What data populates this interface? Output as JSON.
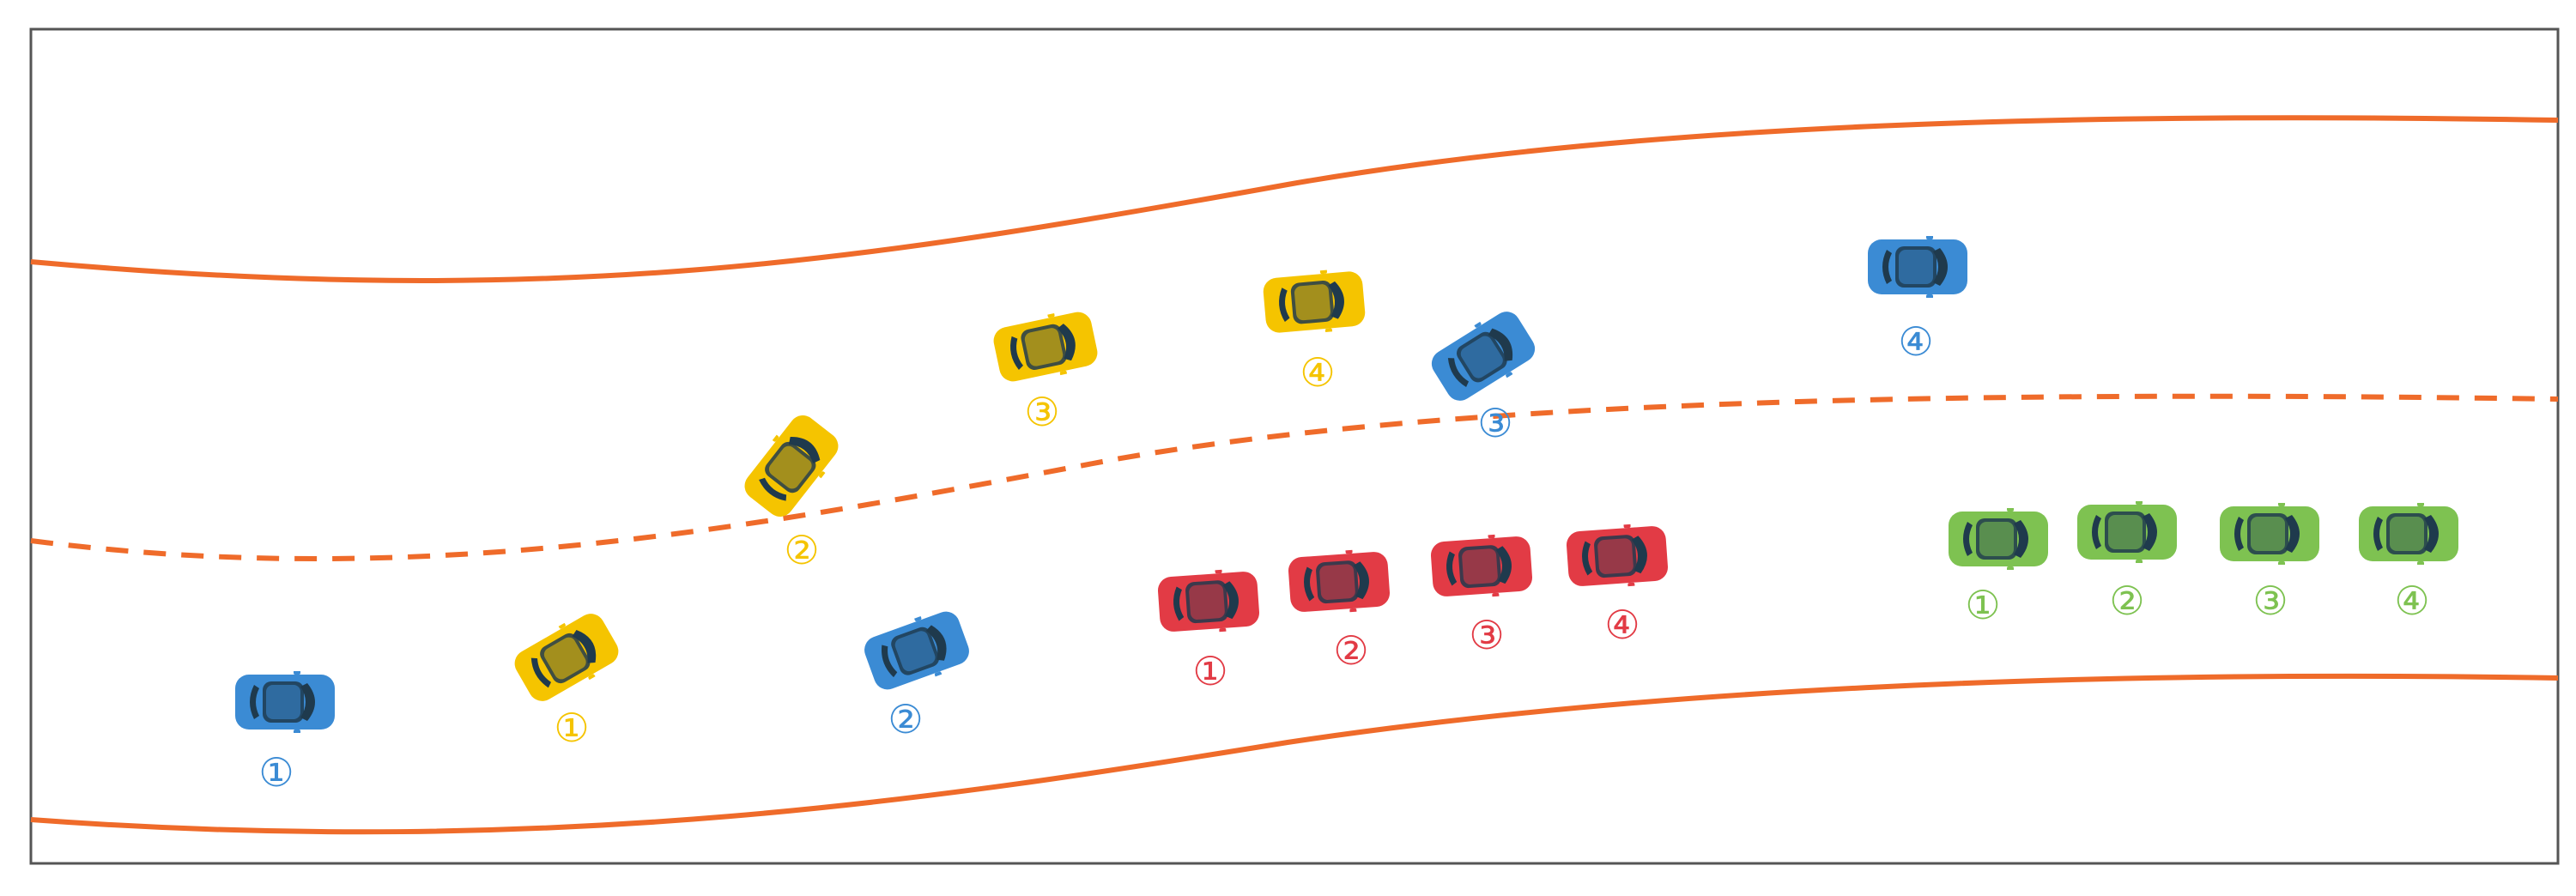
{
  "colors": {
    "road_edge": "#ef6b2a",
    "lane_divider": "#ef6b2a",
    "frame": "#555555",
    "background": "#ffffff"
  },
  "vehicle_groups": [
    {
      "name": "blue",
      "color": "#3b8bd4",
      "vehicles": [
        {
          "label": "①"
        },
        {
          "label": "②"
        },
        {
          "label": "③"
        },
        {
          "label": "④"
        }
      ]
    },
    {
      "name": "yellow",
      "color": "#f5c400",
      "vehicles": [
        {
          "label": "①"
        },
        {
          "label": "②"
        },
        {
          "label": "③"
        },
        {
          "label": "④"
        }
      ]
    },
    {
      "name": "red",
      "color": "#e23b45",
      "vehicles": [
        {
          "label": "①"
        },
        {
          "label": "②"
        },
        {
          "label": "③"
        },
        {
          "label": "④"
        }
      ]
    },
    {
      "name": "green",
      "color": "#7ec251",
      "vehicles": [
        {
          "label": "①"
        },
        {
          "label": "②"
        },
        {
          "label": "③"
        },
        {
          "label": "④"
        }
      ]
    }
  ]
}
